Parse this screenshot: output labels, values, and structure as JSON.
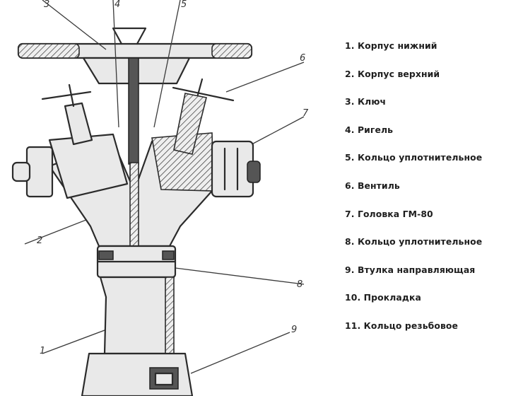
{
  "legend": [
    "1. Корпус нижний",
    "2. Корпус верхний",
    "3. Ключ",
    "4. Ригель",
    "5. Кольцо уплотнительное",
    "6. Вентиль",
    "7. Головка ГМ-80",
    "8. Кольцо уплотнительное",
    "9. Втулка направляющая",
    "10. Прокладка",
    "11. Кольцо резьбовое"
  ],
  "callouts": [
    "3",
    "4",
    "5",
    "6",
    "7",
    "2",
    "8",
    "1",
    "9"
  ]
}
